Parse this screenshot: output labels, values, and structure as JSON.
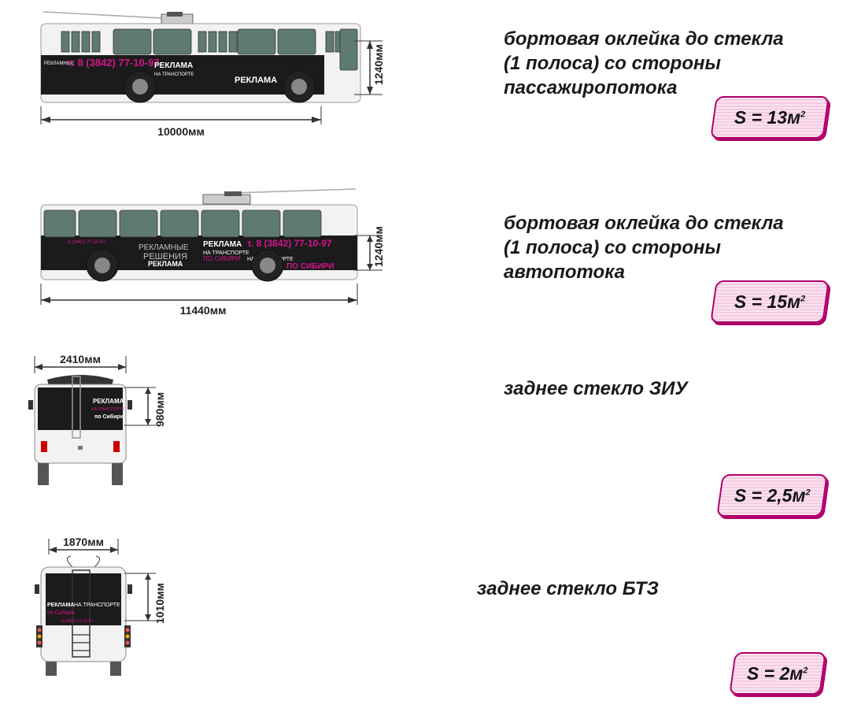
{
  "sections": [
    {
      "description": "бортовая оклейка до стекла\n(1 полоса) со стороны\nпассажиропотока",
      "area_prefix": "S = 13м",
      "area_exp": "2",
      "length": "10000мм",
      "height": "1240мм"
    },
    {
      "description": "бортовая оклейка до стекла\n(1 полоса) со стороны\nавтопотока",
      "area_prefix": "S = 15м",
      "area_exp": "2",
      "length": "11440мм",
      "height": "1240мм"
    },
    {
      "description": "заднее стекло ЗИУ",
      "area_prefix": "S = 2,5м",
      "area_exp": "2",
      "width": "2410мм",
      "height": "980мм"
    },
    {
      "description": "заднее стекло БТЗ",
      "area_prefix": "S = 2м",
      "area_exp": "2",
      "width": "1870мм",
      "height": "1010мм"
    }
  ],
  "ad": {
    "brand_top": "РЕКЛАМНЫЕ",
    "brand_bottom": "РЕШЕНИЯ",
    "title": "РЕКЛАМА",
    "subtitle": "НА ТРАНСПОРТЕ",
    "subtitle2": "ПО СИБИРИ",
    "subtitle_rear": "по Сибири",
    "phone": "т. 8 (3842) 77-10-97",
    "phone_short": "8 (3842) 77-10-97"
  },
  "colors": {
    "accent": "#b0006a",
    "badge_fill": "#f7d3e6",
    "wrap": "#1b1b1b",
    "magenta": "#d4148a"
  }
}
